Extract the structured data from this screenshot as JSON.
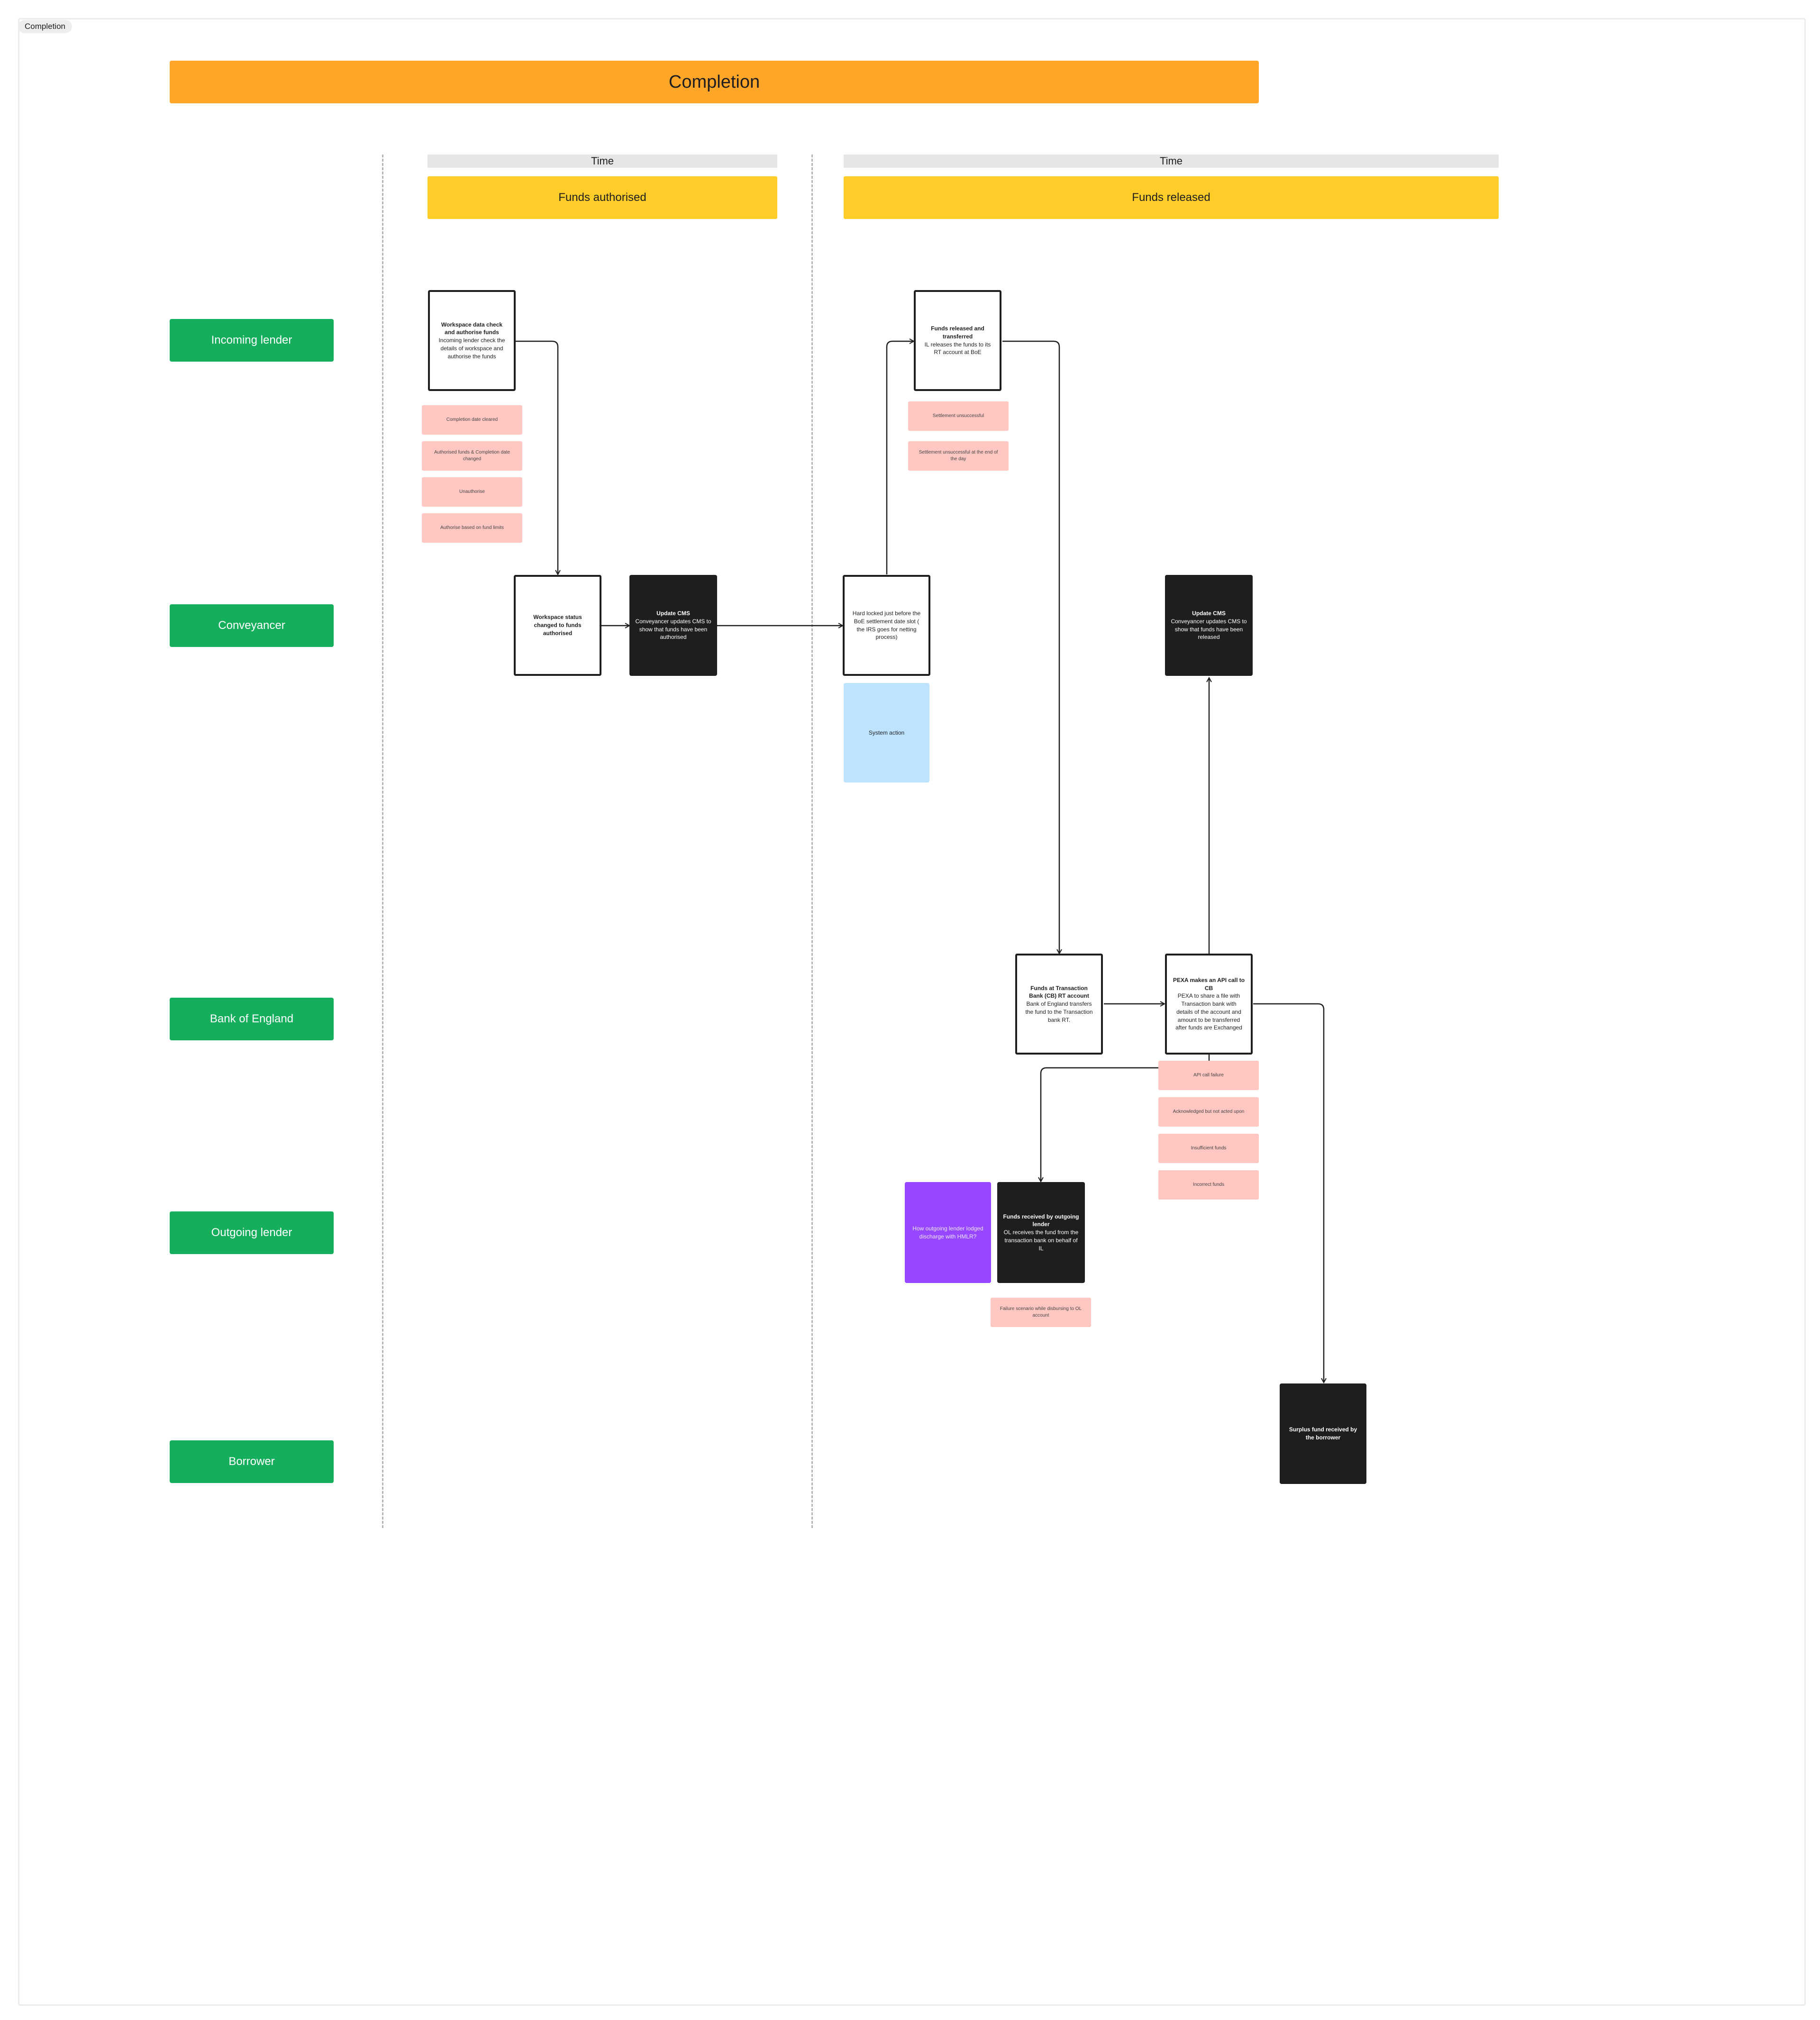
{
  "frame_tag": "Completion",
  "title": "Completion",
  "time_label": "Time",
  "phases": {
    "authorised": "Funds authorised",
    "released": "Funds released"
  },
  "lanes": [
    "Incoming lender",
    "Conveyancer",
    "Bank of England",
    "Outgoing lender",
    "Borrower"
  ],
  "cards": {
    "workspace_check": {
      "title": "Workspace data check and authorise funds",
      "body": "Incoming lender check the details of workspace and authorise the funds"
    },
    "status_changed": {
      "title": "Workspace status changed to funds authorised",
      "body": ""
    },
    "update_cms_authorised": {
      "title": "Update CMS",
      "body": "Conveyancer updates CMS to show that funds have been authorised"
    },
    "hard_locked": {
      "title": "",
      "body": "Hard locked just before the BoE settlement date slot ( the IRS goes for netting process)"
    },
    "funds_released": {
      "title": "Funds released and transferred",
      "body": "IL releases the funds to its RT account at BoE"
    },
    "update_cms_released": {
      "title": "Update CMS",
      "body": "Conveyancer updates CMS to show that funds have been released"
    },
    "funds_at_tb": {
      "title": "Funds at Transaction Bank (CB) RT account",
      "body": "Bank of England transfers the fund to the Transaction bank RT."
    },
    "pexa_api": {
      "title": "PEXA makes an API call to CB",
      "body": "PEXA to share a file with Transaction bank with details of the account and amount to be transferred after funds are Exchanged"
    },
    "funds_received_ol": {
      "title": "Funds received by outgoing lender",
      "body": "OL receives the fund from the transaction bank on behalf of IL"
    },
    "surplus": {
      "title": "Surplus fund received by the borrower",
      "body": ""
    }
  },
  "system_action": "System action",
  "purple_note": "How outgoing lender lodged discharge with HMLR?",
  "notes_incoming": [
    "Completion date cleared",
    "Authorised funds & Completion date changed",
    "Unauthorise",
    "Authorise based on fund limits"
  ],
  "notes_released": [
    "Settlement unsuccessful",
    "Settlement unsuccessful at the end of the day"
  ],
  "notes_pexa": [
    "API call failure",
    "Acknowledged but not acted upon",
    "Insufficient funds",
    "Incorrect funds"
  ],
  "note_outgoing": "Failure scenario while disbursing to OL account",
  "colors": {
    "title": "#ffa629",
    "phase": "#ffcd29",
    "lane": "#14ae5c",
    "note": "#ffc7c2",
    "system_action": "#bde3ff",
    "purple": "#9747ff",
    "dark_card": "#1e1e1e"
  }
}
